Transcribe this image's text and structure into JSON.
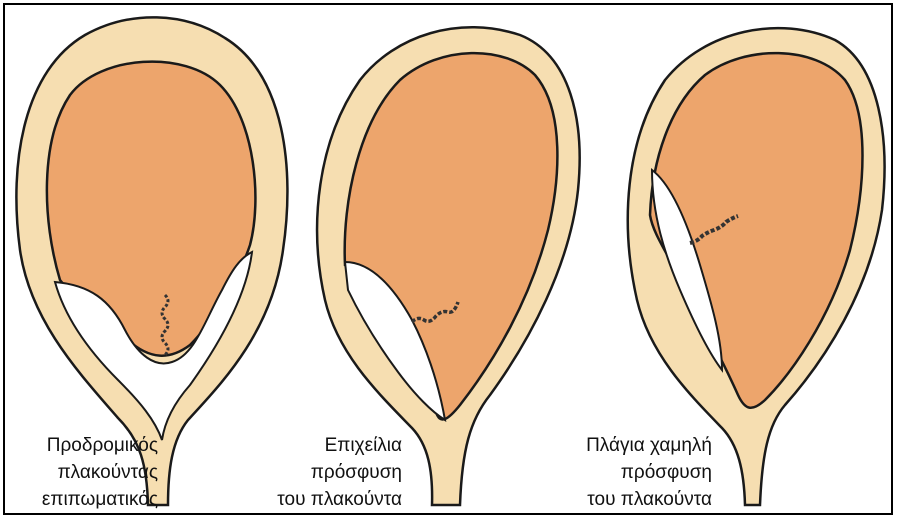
{
  "colors": {
    "uterus_wall": "#f6deb1",
    "cavity": "#eda56c",
    "placenta": "#ffffff",
    "outline": "#1a1a1a"
  },
  "figures": [
    {
      "label": "Προδρομικός\nπλακούντας\nεπιπωματικός",
      "placenta_position": "central-over-cervix"
    },
    {
      "label": "Επιχείλια\nπρόσφυση\nτου πλακούντα",
      "placenta_position": "marginal"
    },
    {
      "label": "Πλάγια χαμηλή\nπρόσφυση\nτου πλακούντα",
      "placenta_position": "low-lateral"
    }
  ]
}
